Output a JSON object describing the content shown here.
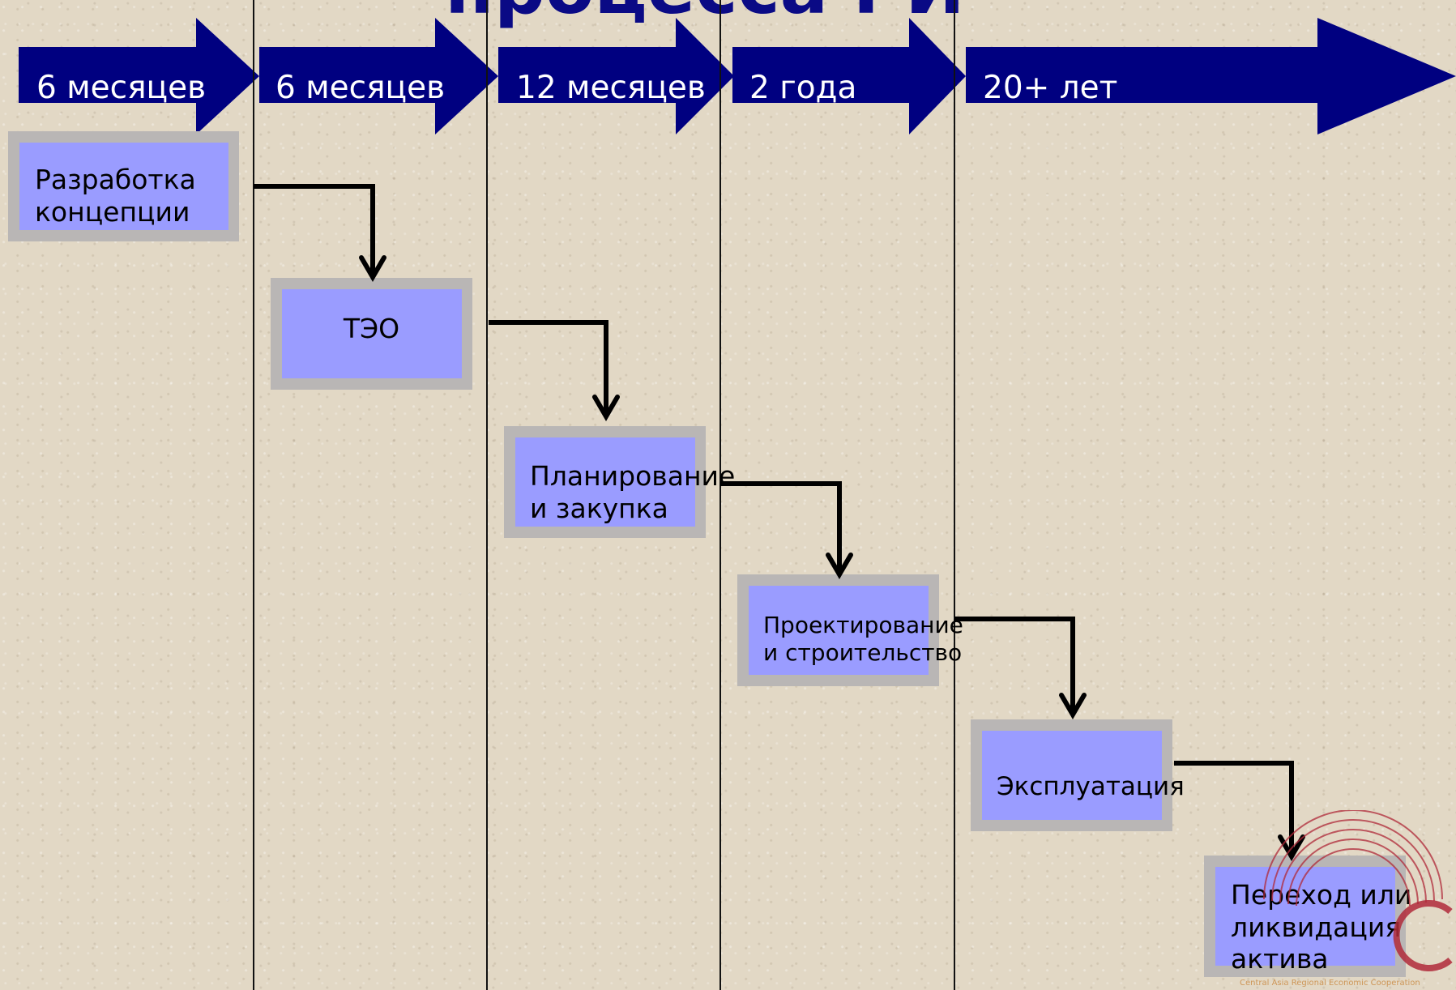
{
  "slide": {
    "title": "процесса РИ"
  },
  "timeline": [
    {
      "duration": "6 месяцев"
    },
    {
      "duration": "6 месяцев"
    },
    {
      "duration": "12 месяцев"
    },
    {
      "duration": "2 года"
    },
    {
      "duration": "20+ лет"
    }
  ],
  "stages": [
    {
      "line1": "Разработка",
      "line2": "концепции"
    },
    {
      "label": "ТЭО"
    },
    {
      "line1": "Планирование",
      "line2": "и закупка"
    },
    {
      "line1": "Проектирование",
      "line2": "и строительство"
    },
    {
      "label": "Эксплуатация"
    },
    {
      "line1": "Переход или",
      "line2": "ликвидация",
      "line3": "актива"
    }
  ],
  "logo": {
    "caption": "Central Asia Regional Economic Cooperation"
  },
  "colors": {
    "arrow_fill": "#000080",
    "box_fill": "#9a9cff",
    "box_border": "#b9b6b5",
    "connector": "#000000",
    "title": "#0a0a85",
    "logo_arc": "#b02a3a"
  }
}
